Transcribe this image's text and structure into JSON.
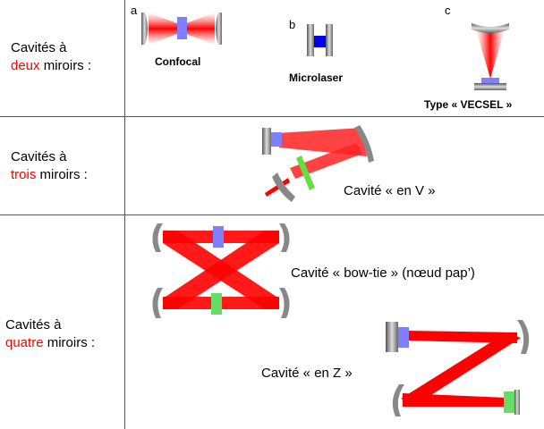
{
  "rows": [
    {
      "line1": "Cavités à",
      "highlight": "deux",
      "rest": " miroirs :"
    },
    {
      "line1": "Cavités à",
      "highlight": "trois",
      "rest": " miroirs :"
    },
    {
      "line1": "Cavités à",
      "highlight": "quatre",
      "rest": " miroirs :"
    }
  ],
  "letters": {
    "a": "a",
    "b": "b",
    "c": "c"
  },
  "captions": {
    "confocal": "Confocal",
    "microlaser": "Microlaser",
    "vecsel": "Type « VECSEL »",
    "v_cavity": "Cavité « en V »",
    "bowtie": "Cavité « bow-tie » (nœud pap’)",
    "z_cavity": "Cavité « en Z »"
  },
  "colors": {
    "highlight": "#ff0000",
    "beam": "#ff0000",
    "gain_medium": "#7f7fff",
    "crystal": "#66dd66",
    "mirror": "#808080"
  }
}
